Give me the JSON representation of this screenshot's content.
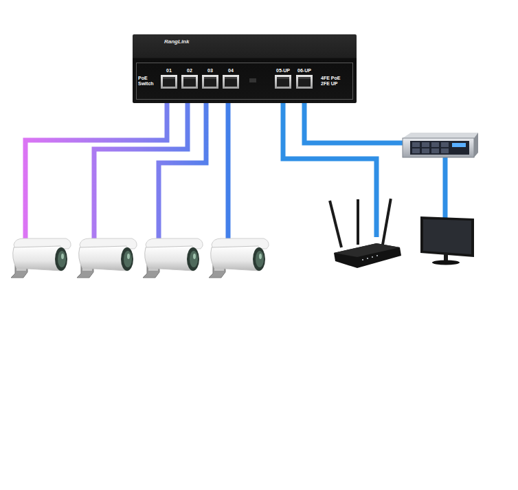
{
  "diagram": {
    "nodes": [
      {
        "text": [
          "RangLink",
          "PoE Switch",
          "4FE PoE 2FE UP"
        ]
      },
      {
        "text": [
          "01"
        ],
        "in": 0
      },
      {
        "text": [
          "02"
        ],
        "in": 0
      },
      {
        "text": [
          "03"
        ],
        "in": 0
      },
      {
        "text": [
          "04"
        ],
        "in": 0
      },
      {
        "text": [
          "05-UP"
        ],
        "in": 0
      },
      {
        "text": [
          "06-UP"
        ],
        "in": 0
      }
    ]
  }
}
